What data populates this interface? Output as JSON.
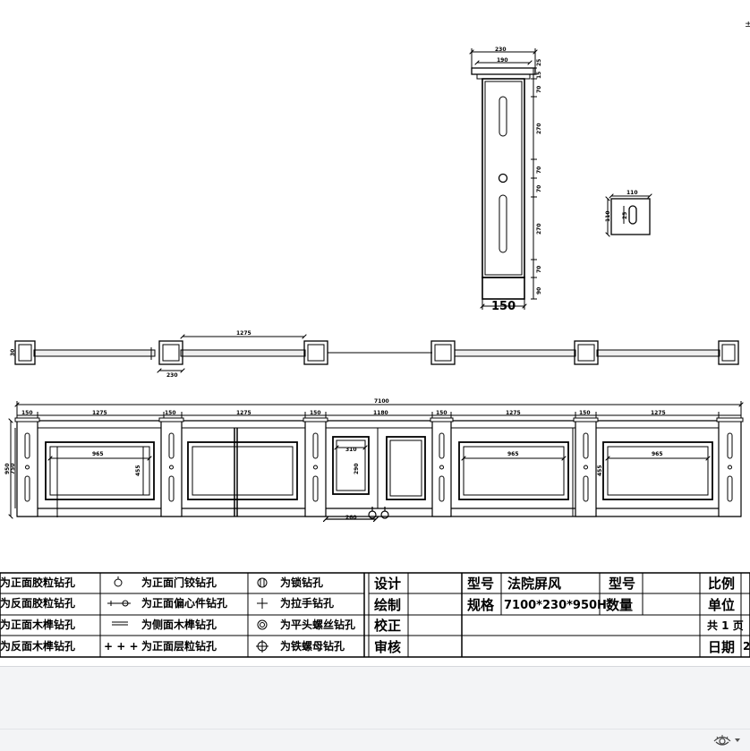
{
  "window": {
    "corner_mark": "±"
  },
  "drawing": {
    "column_view": {
      "top_width": "230",
      "inner_width": "190",
      "base_width": "150",
      "side_dims": [
        "25",
        "15",
        "70",
        "270",
        "70",
        "70",
        "270",
        "70",
        "90"
      ]
    },
    "hole_detail": {
      "width": "110",
      "height": "110",
      "slot": "25"
    },
    "plan_view": {
      "panel_length": "1275",
      "thickness": "30",
      "post_size": "230"
    },
    "front_view": {
      "total_length": "7100",
      "section_dims": [
        "150",
        "1275",
        "150",
        "1275",
        "150",
        "1180",
        "150",
        "1275",
        "150",
        "1275"
      ],
      "panel_width": "965",
      "panel_height": "455",
      "mid_panel_width": "310",
      "mid_panel_height": "290",
      "door_width": "260",
      "height_dims": [
        "950",
        "750"
      ]
    }
  },
  "legend": {
    "rows": [
      [
        "为正面胶粒钻孔",
        "为正面门铰钻孔",
        "为锁钻孔"
      ],
      [
        "为反面胶粒钻孔",
        "为正面偏心件钻孔",
        "为拉手钻孔"
      ],
      [
        "为正面木榫钻孔",
        "为侧面木榫钻孔",
        "为平头螺丝钻孔"
      ],
      [
        "为反面木榫钻孔",
        "为正面层粒钻孔",
        "为铁螺母钻孔"
      ]
    ],
    "cross_symbols": "+ + +"
  },
  "title_block": {
    "roles": [
      "设计",
      "绘制",
      "校正",
      "审核"
    ],
    "model_label": "型号",
    "model_value": "法院屏风",
    "spec_label": "规格",
    "spec_value": "7100*230*950H",
    "model_label_2": "型号",
    "quantity_label": "数量",
    "scale_label": "比例",
    "unit_label": "单位",
    "pages": "共 1 页",
    "date_label": "日期",
    "date_value_partial": "2"
  },
  "status_bar": {
    "view_icon": "eye-icon",
    "dropdown_icon": "chevron-down-icon"
  }
}
